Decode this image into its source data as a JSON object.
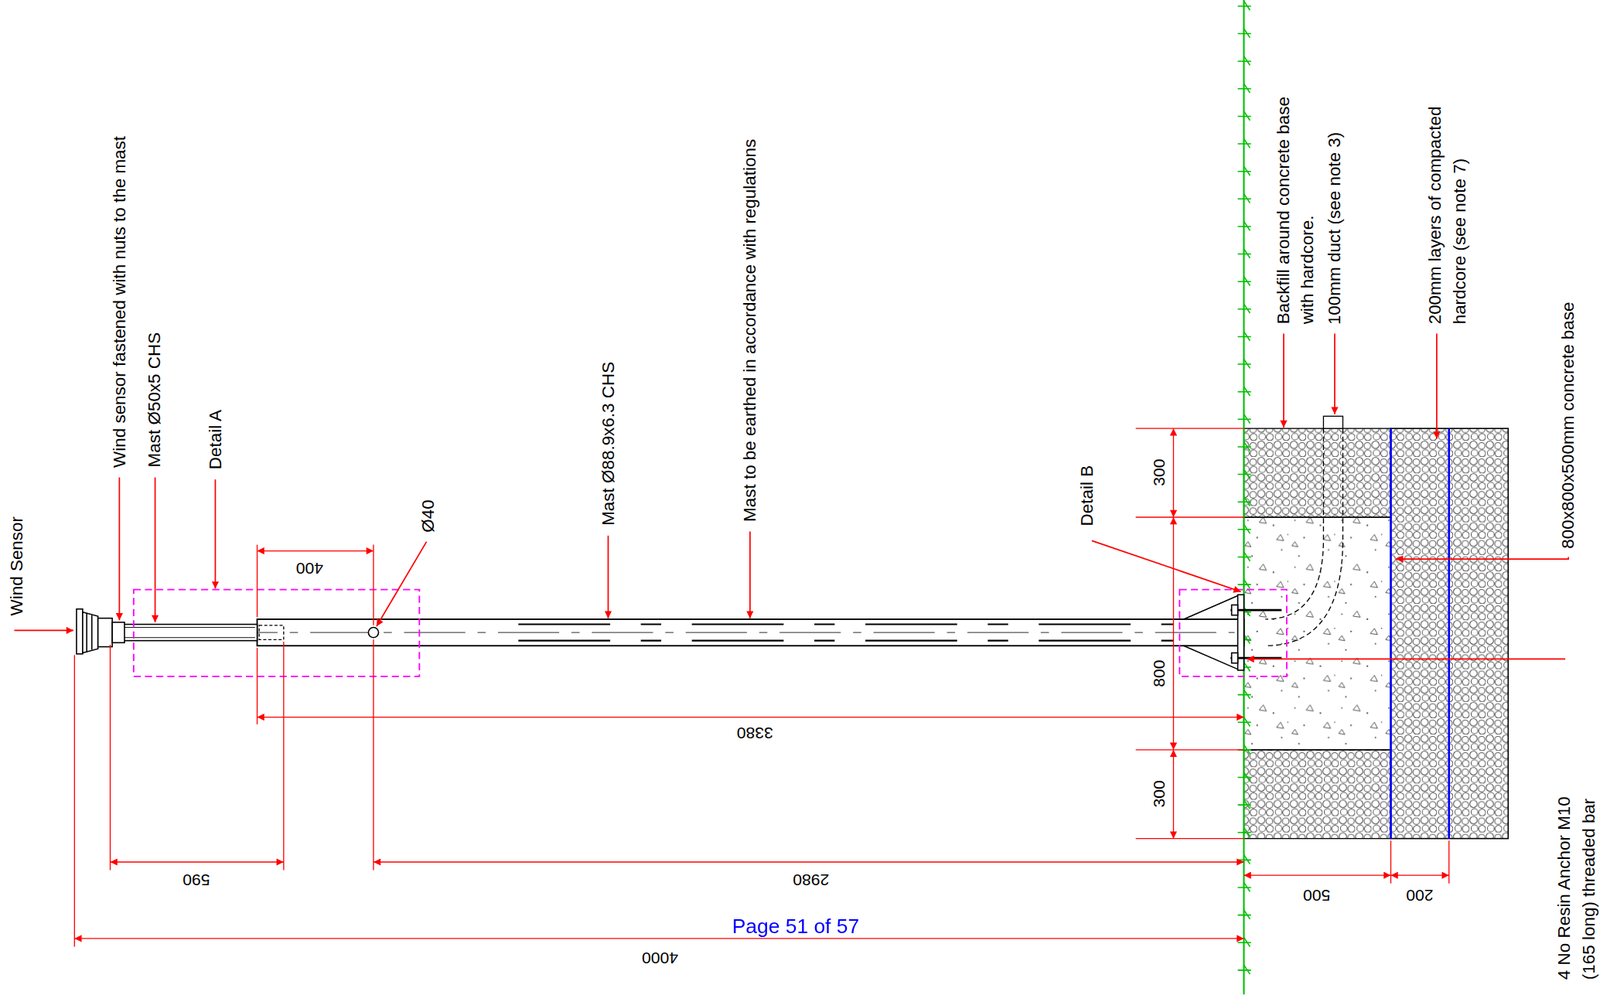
{
  "diagram": {
    "labels": [
      "Wind Sensor",
      "Wind sensor fastened with nuts to the mast",
      "Mast Ø50x5 CHS",
      "Detail A",
      "400",
      "Ø40",
      "Mast Ø88.9x6.3 CHS",
      "Mast to be earthed in accordance with regulations",
      "Detail B",
      "300",
      "800",
      "300",
      "3380",
      "590",
      "2980",
      "Page 51 of 57",
      "4000",
      "Backfill around concrete base with hardcore.",
      "100mm duct (see note 3)",
      "200mm layers of compacted hardcore (see note 7)",
      "800x800x500mm concrete base",
      "4 No Resin Anchor M10 (165 long) threaded bar",
      "500",
      "200"
    ]
  }
}
